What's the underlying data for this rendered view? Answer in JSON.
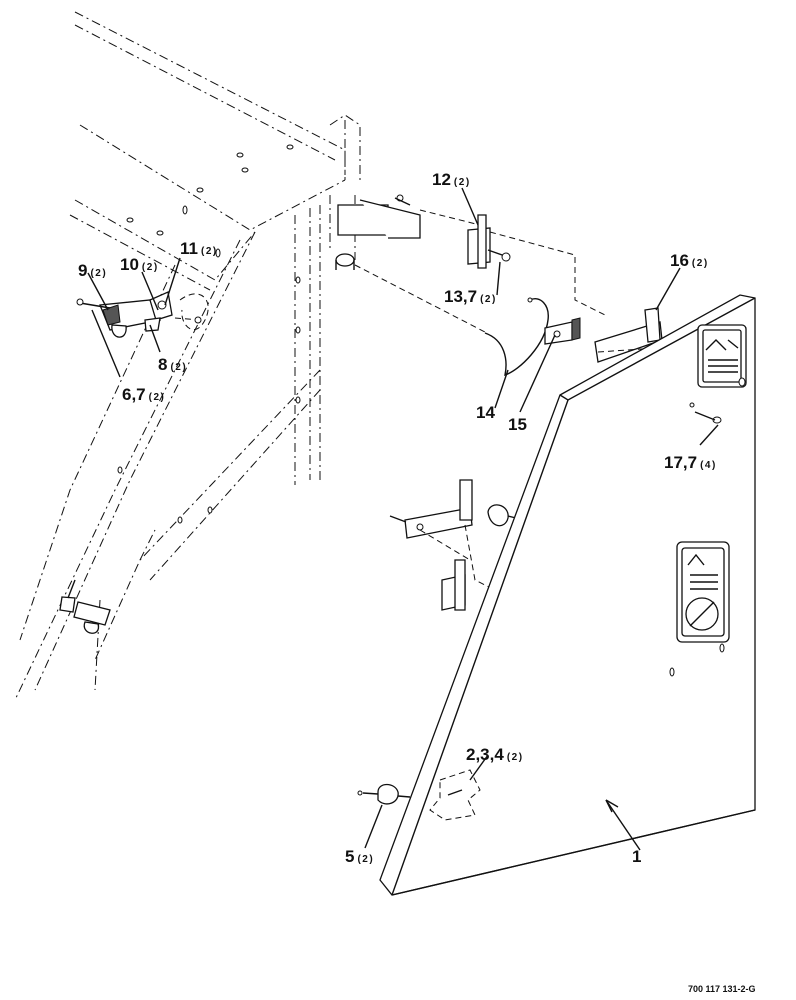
{
  "callouts": [
    {
      "id": "c1",
      "num": "1",
      "qty": ""
    },
    {
      "id": "c234",
      "num": "2,3,4",
      "qty": "(2)"
    },
    {
      "id": "c5",
      "num": "5",
      "qty": "(2)"
    },
    {
      "id": "c67",
      "num": "6,7",
      "qty": "(2)"
    },
    {
      "id": "c8",
      "num": "8",
      "qty": "(2)"
    },
    {
      "id": "c9",
      "num": "9",
      "qty": "(2)"
    },
    {
      "id": "c10",
      "num": "10",
      "qty": "(2)"
    },
    {
      "id": "c11",
      "num": "11",
      "qty": "(2)"
    },
    {
      "id": "c12",
      "num": "12",
      "qty": "(2)"
    },
    {
      "id": "c137",
      "num": "13,7",
      "qty": "(2)"
    },
    {
      "id": "c14",
      "num": "14",
      "qty": ""
    },
    {
      "id": "c15",
      "num": "15",
      "qty": ""
    },
    {
      "id": "c16",
      "num": "16",
      "qty": "(2)"
    },
    {
      "id": "c177",
      "num": "17,7",
      "qty": "(4)"
    }
  ],
  "figure_ref": "700 117 131-2-G"
}
